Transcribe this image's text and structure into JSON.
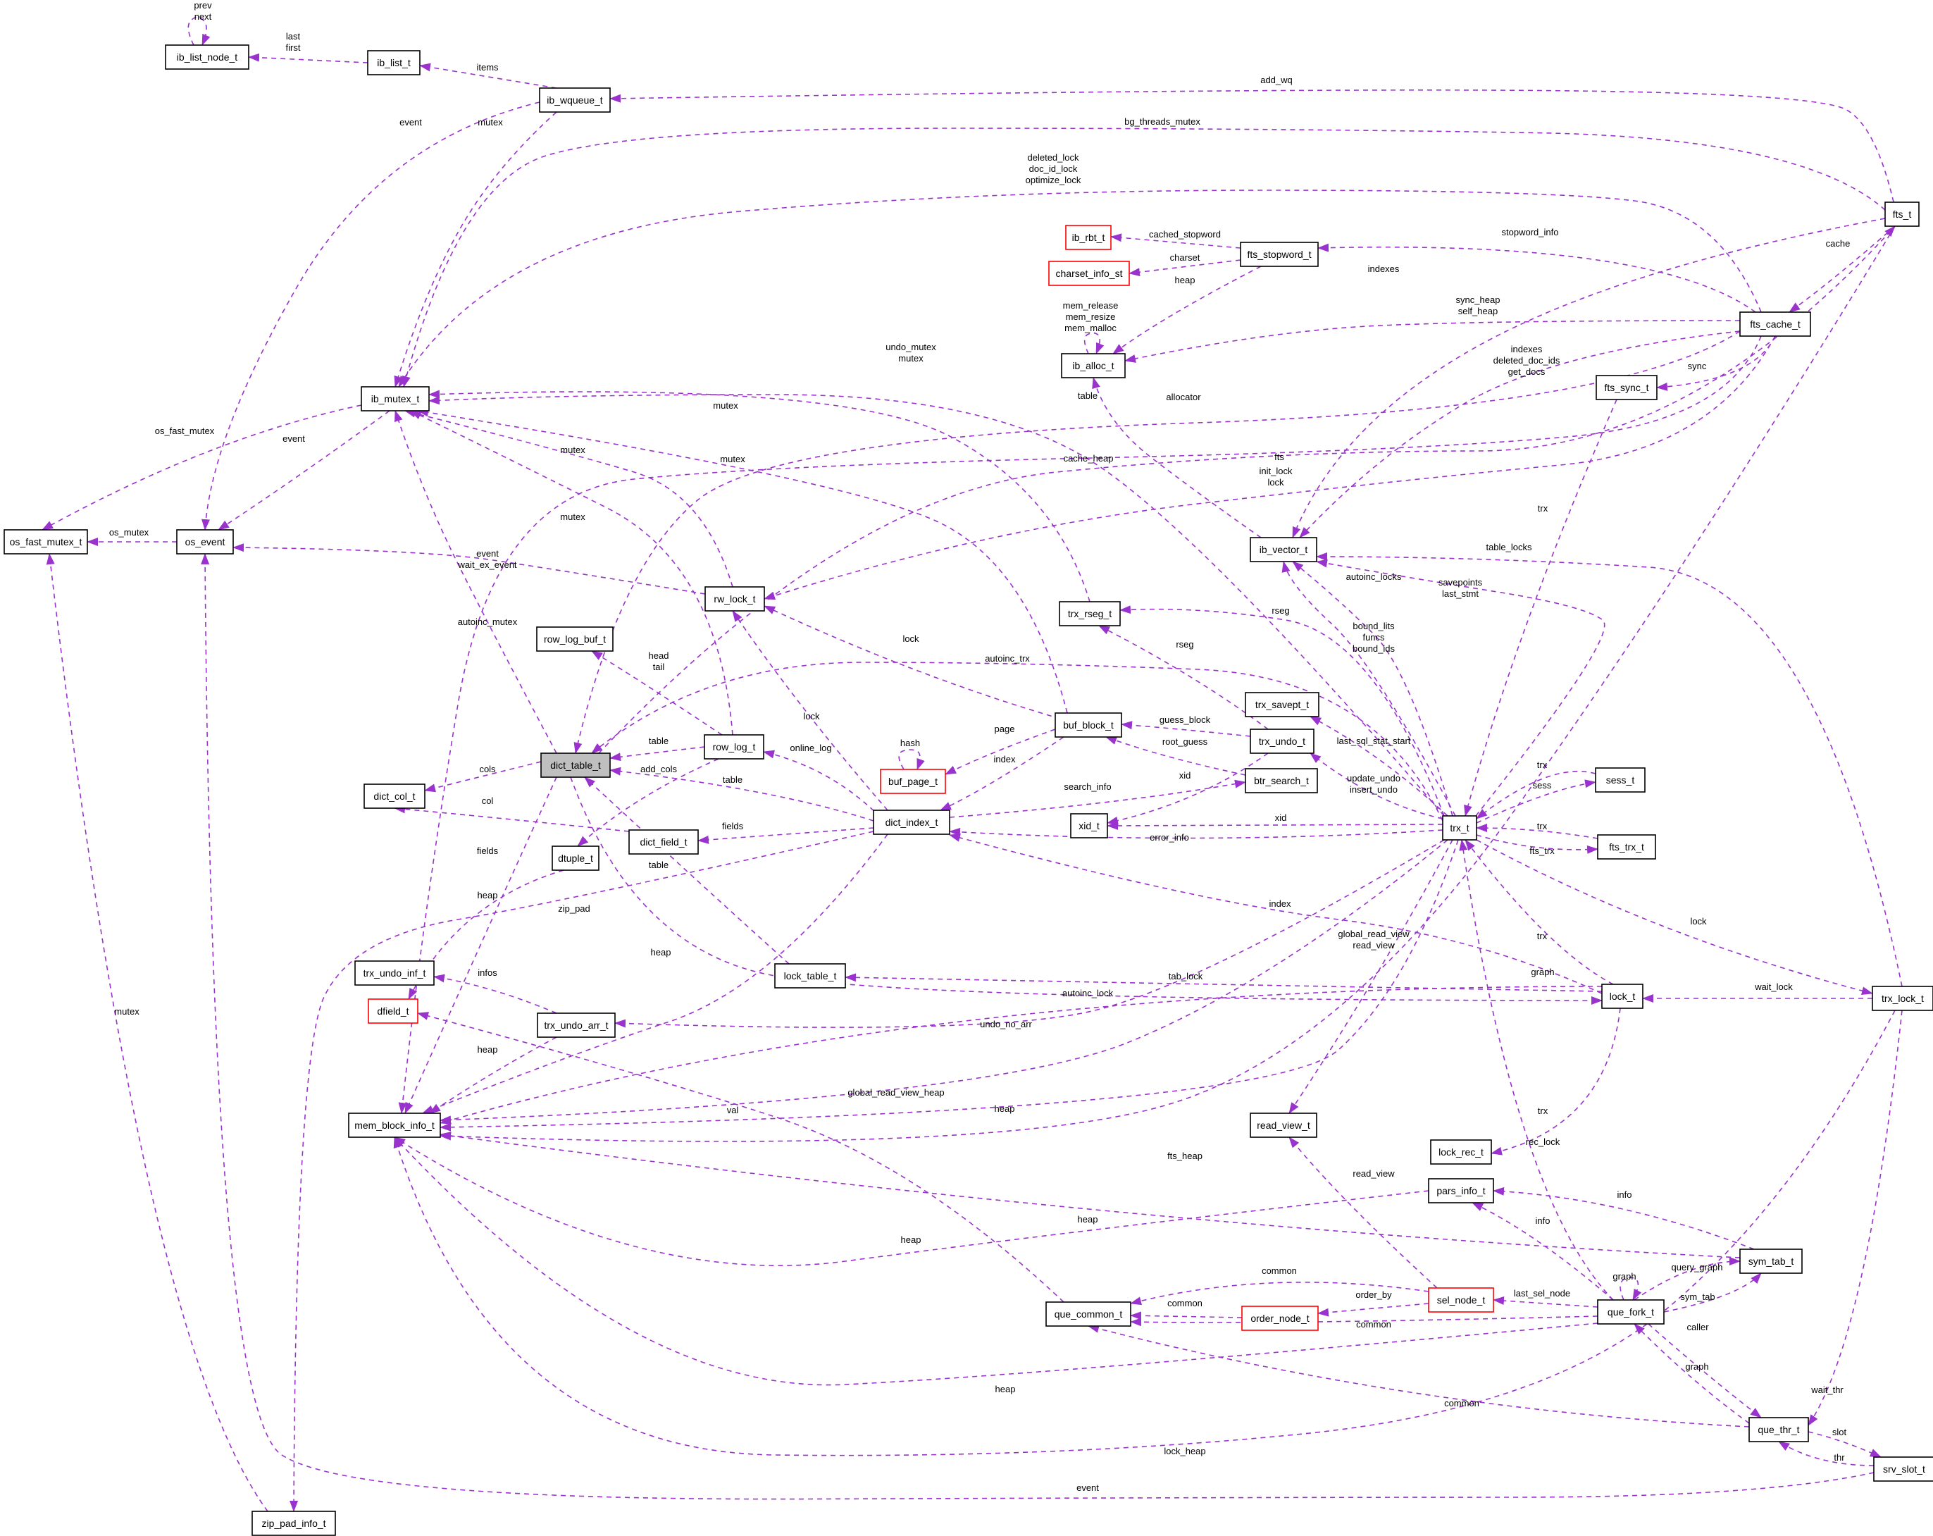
{
  "colors": {
    "edge": "#9a32cd",
    "box_border": "#000000",
    "undocumented_border": "#ff0000",
    "focus_fill": "#bfbfbf"
  },
  "nodes": {
    "ib_list_node_t": "ib_list_node_t",
    "ib_list_t": "ib_list_t",
    "ib_wqueue_t": "ib_wqueue_t",
    "ib_mutex_t": "ib_mutex_t",
    "os_fast_mutex_t": "os_fast_mutex_t",
    "os_event": "os_event",
    "ib_rbt_t": "ib_rbt_t",
    "charset_info_st": "charset_info_st",
    "fts_stopword_t": "fts_stopword_t",
    "ib_alloc_t": "ib_alloc_t",
    "fts_t": "fts_t",
    "fts_cache_t": "fts_cache_t",
    "fts_sync_t": "fts_sync_t",
    "ib_vector_t": "ib_vector_t",
    "rw_lock_t": "rw_lock_t",
    "trx_rseg_t": "trx_rseg_t",
    "row_log_buf_t": "row_log_buf_t",
    "dict_table_t": "dict_table_t",
    "row_log_t": "row_log_t",
    "buf_block_t": "buf_block_t",
    "buf_page_t": "buf_page_t",
    "trx_savept_t": "trx_savept_t",
    "trx_undo_t": "trx_undo_t",
    "btr_search_t": "btr_search_t",
    "sess_t": "sess_t",
    "dict_col_t": "dict_col_t",
    "dict_index_t": "dict_index_t",
    "dict_field_t": "dict_field_t",
    "xid_t": "xid_t",
    "trx_t": "trx_t",
    "fts_trx_t": "fts_trx_t",
    "dtuple_t": "dtuple_t",
    "trx_undo_inf_t": "trx_undo_inf_t",
    "lock_table_t": "lock_table_t",
    "lock_t": "lock_t",
    "trx_lock_t": "trx_lock_t",
    "dfield_t": "dfield_t",
    "trx_undo_arr_t": "trx_undo_arr_t",
    "mem_block_info_t": "mem_block_info_t",
    "read_view_t": "read_view_t",
    "lock_rec_t": "lock_rec_t",
    "pars_info_t": "pars_info_t",
    "sym_tab_t": "sym_tab_t",
    "que_common_t": "que_common_t",
    "order_node_t": "order_node_t",
    "sel_node_t": "sel_node_t",
    "que_fork_t": "que_fork_t",
    "que_thr_t": "que_thr_t",
    "srv_slot_t": "srv_slot_t",
    "zip_pad_info_t": "zip_pad_info_t"
  },
  "edge_labels": {
    "prev_next": [
      "prev",
      "next"
    ],
    "last_first": [
      "last",
      "first"
    ],
    "items": "items",
    "add_wq": "add_wq",
    "bg_threads_mutex": "bg_threads_mutex",
    "deleted_lock": [
      "deleted_lock",
      "doc_id_lock",
      "optimize_lock"
    ],
    "event_wqueue": "event",
    "mutex_wqueue": "mutex",
    "cached_stopword": "cached_stopword",
    "stopword_info": "stopword_info",
    "cache": "cache",
    "charset": "charset",
    "heap_stopword": "heap",
    "mem_release": [
      "mem_release",
      "mem_resize",
      "mem_malloc"
    ],
    "indexes_fts": "indexes",
    "sync_heap": [
      "sync_heap",
      "self_heap"
    ],
    "indexes_cache": [
      "indexes",
      "deleted_doc_ids",
      "get_docs"
    ],
    "sync": "sync",
    "undo_mutex": [
      "undo_mutex",
      "mutex"
    ],
    "mutex_rseg": "mutex",
    "allocator": "allocator",
    "table_cache": "table",
    "os_fast_mutex": "os_fast_mutex",
    "event_mutex": "event",
    "mutex_rw": "mutex",
    "mutex_buf": "mutex",
    "cache_heap": "cache_heap",
    "fts": "fts",
    "init_lock": [
      "init_lock",
      "lock"
    ],
    "trx_sync": "trx",
    "os_mutex": "os_mutex",
    "mutex_row_log": "mutex",
    "event_rw": [
      "event",
      "wait_ex_event"
    ],
    "table_locks": "table_locks",
    "autoinc_locks": "autoinc_locks",
    "savepoints": [
      "savepoints",
      "last_stmt"
    ],
    "rseg_trx": "rseg",
    "rseg_undo": "rseg",
    "bound_lits": [
      "bound_lits",
      "funcs",
      "bound_ids"
    ],
    "autoinc_mutex": "autoinc_mutex",
    "head_tail": [
      "head",
      "tail"
    ],
    "autoinc_trx": "autoinc_trx",
    "lock_buf": "lock",
    "lock_index": "lock",
    "online_log": "online_log",
    "guess_block": "guess_block",
    "root_guess": "root_guess",
    "page": "page",
    "hash": "hash",
    "index": "index",
    "last_sql_stat_start": "last_sql_stat_start",
    "xid_btr": "xid",
    "search_info": "search_info",
    "update_undo": [
      "update_undo",
      "insert_undo"
    ],
    "trx_sess": "trx",
    "sess": "sess",
    "table_row_log": "table",
    "cols": "cols",
    "add_cols": "add_cols",
    "table_index": "table",
    "col": "col",
    "fields_index": "fields",
    "xid_trx": "xid",
    "error_info": "error_info",
    "trx_fts": "trx",
    "fts_trx": "fts_trx",
    "fields_dtuple": "fields",
    "table_lock": "table",
    "heap_dict": "heap",
    "zip_pad": "zip_pad",
    "index_lock": "index",
    "global_read_view": [
      "global_read_view",
      "read_view"
    ],
    "lock_trx": "lock",
    "trx_lock": "trx",
    "graph_lock": "graph",
    "heap_index": "heap",
    "infos": "infos",
    "tab_lock": "tab_lock",
    "autoinc_lock": "autoinc_lock",
    "wait_lock": "wait_lock",
    "undo_no_arr": "undo_no_arr",
    "heap_undo": "heap",
    "val": "val",
    "global_read_view_heap": "global_read_view_heap",
    "heap_trx": "heap",
    "mutex_zip": "mutex",
    "trx_que": "trx",
    "fts_heap": "fts_heap",
    "rec_lock": "rec_lock",
    "read_view_sel": "read_view",
    "info_sym": "info",
    "heap_pars": "heap",
    "heap_sym": "heap",
    "info_que": "info",
    "query_graph": "query_graph",
    "graph_self": "graph",
    "common_sel": "common",
    "order_by": "order_by",
    "common_order": "common",
    "last_sel_node": "last_sel_node",
    "sym_tab": "sym_tab",
    "common_que": "common",
    "caller": "caller",
    "heap_que": "heap",
    "graph_thr": "graph",
    "common_thr": "common",
    "wait_thr": "wait_thr",
    "lock_heap": "lock_heap",
    "slot": "slot",
    "thr": "thr",
    "event_slot": "event"
  }
}
